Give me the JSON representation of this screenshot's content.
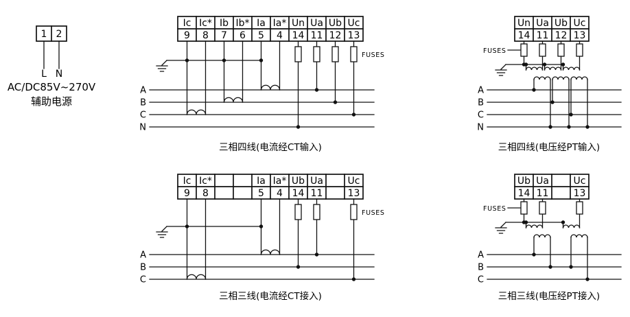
{
  "aux_power": {
    "terminals": [
      "1",
      "2"
    ],
    "line_labels": [
      "L",
      "N"
    ],
    "voltage_range": "AC/DC85V~270V",
    "caption": "辅助电源"
  },
  "four_wire_ct": {
    "caption": "三相四线(电流经CT输入)",
    "fuses_label": "FUSES",
    "terminal_labels": [
      "Ic",
      "Ic*",
      "Ib",
      "Ib*",
      "Ia",
      "Ia*",
      "Un",
      "Ua",
      "Ub",
      "Uc"
    ],
    "terminal_numbers": [
      "9",
      "8",
      "7",
      "6",
      "5",
      "4",
      "14",
      "11",
      "12",
      "13"
    ],
    "phase_labels": [
      "A",
      "B",
      "C",
      "N"
    ]
  },
  "four_wire_pt": {
    "caption": "三相四线(电压经PT输入)",
    "fuses_label": "FUSES",
    "terminal_labels": [
      "Un",
      "Ua",
      "Ub",
      "Uc"
    ],
    "terminal_numbers": [
      "14",
      "11",
      "12",
      "13"
    ],
    "phase_labels": [
      "A",
      "B",
      "C",
      "N"
    ]
  },
  "three_wire_ct": {
    "caption": "三相三线(电流经CT接入)",
    "fuses_label": "FUSES",
    "terminal_labels": [
      "Ic",
      "Ic*",
      "",
      "",
      "Ia",
      "Ia*",
      "Ub",
      "Ua",
      "",
      "Uc"
    ],
    "terminal_numbers": [
      "9",
      "8",
      "",
      "",
      "5",
      "4",
      "14",
      "11",
      "",
      "13"
    ],
    "phase_labels": [
      "A",
      "B",
      "C"
    ]
  },
  "three_wire_pt": {
    "caption": "三相三线(电压经PT接入)",
    "fuses_label": "FUSES",
    "terminal_labels": [
      "Ub",
      "Ua",
      "",
      "Uc"
    ],
    "terminal_numbers": [
      "14",
      "11",
      "",
      "13"
    ],
    "phase_labels": [
      "A",
      "B",
      "C"
    ]
  }
}
